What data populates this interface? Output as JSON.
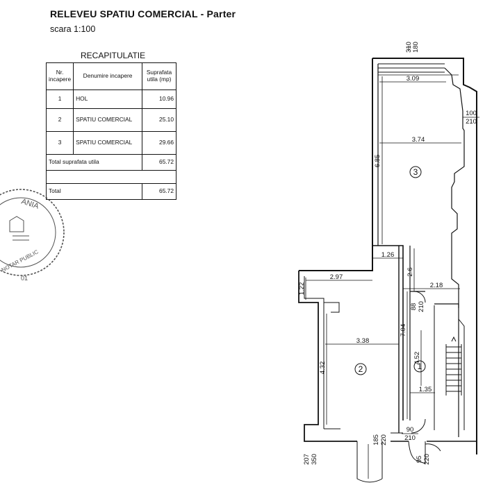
{
  "header": {
    "title": "RELEVEU  SPATIU COMERCIAL - Parter",
    "scale": "scara 1:100"
  },
  "recap": {
    "title": "RECAPITULATIE",
    "columns": [
      "Nr. incapere",
      "Denumire incapere",
      "Suprafata utila (mp)"
    ],
    "rows": [
      {
        "nr": "1",
        "name": "HOL",
        "area": "10.96"
      },
      {
        "nr": "2",
        "name": "SPATIU COMERCIAL",
        "area": "25.10"
      },
      {
        "nr": "3",
        "name": "SPATIU COMERCIAL",
        "area": "29.66"
      }
    ],
    "total_useful_label": "Total suprafata utila",
    "total_useful_value": "65.72",
    "total_label": "Total",
    "total_value": "65.72"
  },
  "stamp": {
    "text_top": "ANIA",
    "text_bottom": "NOTAR PUBLIC",
    "text_side": "01"
  },
  "plan": {
    "rooms": [
      "3",
      "2",
      "1"
    ],
    "dims": {
      "d309": "3.09",
      "d374": "3.74",
      "d685": "6.85",
      "d126": "1.26",
      "d26": "2.6",
      "d297": "2.97",
      "d218": "2.18",
      "d122": "1.22",
      "d338": "3.38",
      "d704": "7.04",
      "d432": "4.32",
      "d452": "4.52",
      "d135": "1.35"
    },
    "openings": {
      "top_a": "310",
      "top_b": "180",
      "right_a": "100",
      "right_b": "210",
      "door1_a": "88",
      "door1_b": "210",
      "door2_a": "90",
      "door2_b": "210",
      "bl_a": "207",
      "bl_b": "350",
      "bm_a": "185",
      "bm_b": "220",
      "br_a": "95",
      "br_b": "220"
    }
  }
}
